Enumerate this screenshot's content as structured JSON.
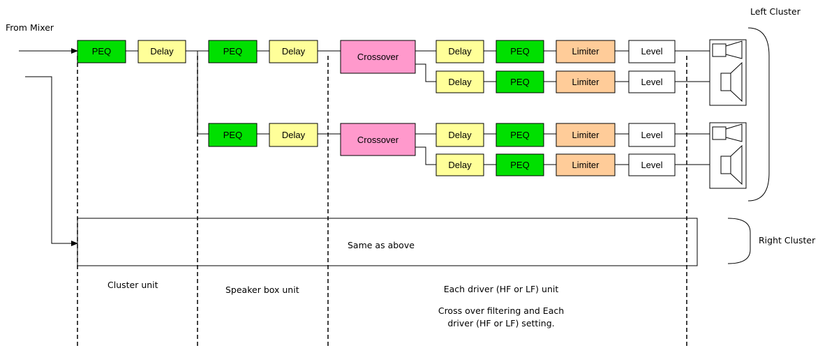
{
  "labels": {
    "from_mixer": "From Mixer",
    "left_cluster": "Left Cluster",
    "right_cluster": "Right Cluster",
    "same_as_above": "Same as above",
    "cluster_unit": "Cluster unit",
    "speaker_box_unit": "Speaker box unit",
    "driver_unit": "Each driver (HF or LF) unit",
    "driver_note_line1": "Cross over filtering and Each",
    "driver_note_line2": "driver (HF or LF) setting."
  },
  "blocks": {
    "peq": "PEQ",
    "delay": "Delay",
    "crossover": "Crossover",
    "limiter": "Limiter",
    "level": "Level"
  },
  "colors": {
    "peq": "#00e000",
    "delay": "#ffff99",
    "crossover": "#ff99cc",
    "limiter": "#ffcc99",
    "level": "#ffffff",
    "line": "#000000"
  }
}
